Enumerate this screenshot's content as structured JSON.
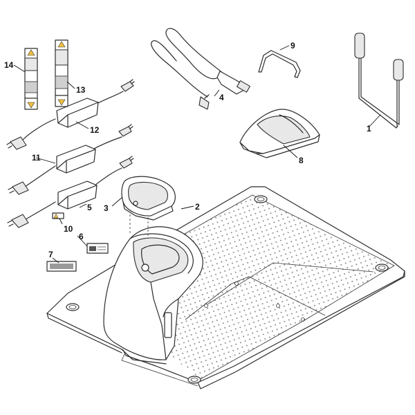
{
  "diagram": {
    "callouts": [
      {
        "id": "1",
        "label": "1"
      },
      {
        "id": "2",
        "label": "2"
      },
      {
        "id": "3",
        "label": "3"
      },
      {
        "id": "4",
        "label": "4"
      },
      {
        "id": "5",
        "label": "5"
      },
      {
        "id": "6",
        "label": "6"
      },
      {
        "id": "7",
        "label": "7"
      },
      {
        "id": "8",
        "label": "8"
      },
      {
        "id": "9",
        "label": "9"
      },
      {
        "id": "10",
        "label": "10"
      },
      {
        "id": "11",
        "label": "11"
      },
      {
        "id": "12",
        "label": "12"
      },
      {
        "id": "13",
        "label": "13"
      },
      {
        "id": "14",
        "label": "14"
      }
    ]
  }
}
